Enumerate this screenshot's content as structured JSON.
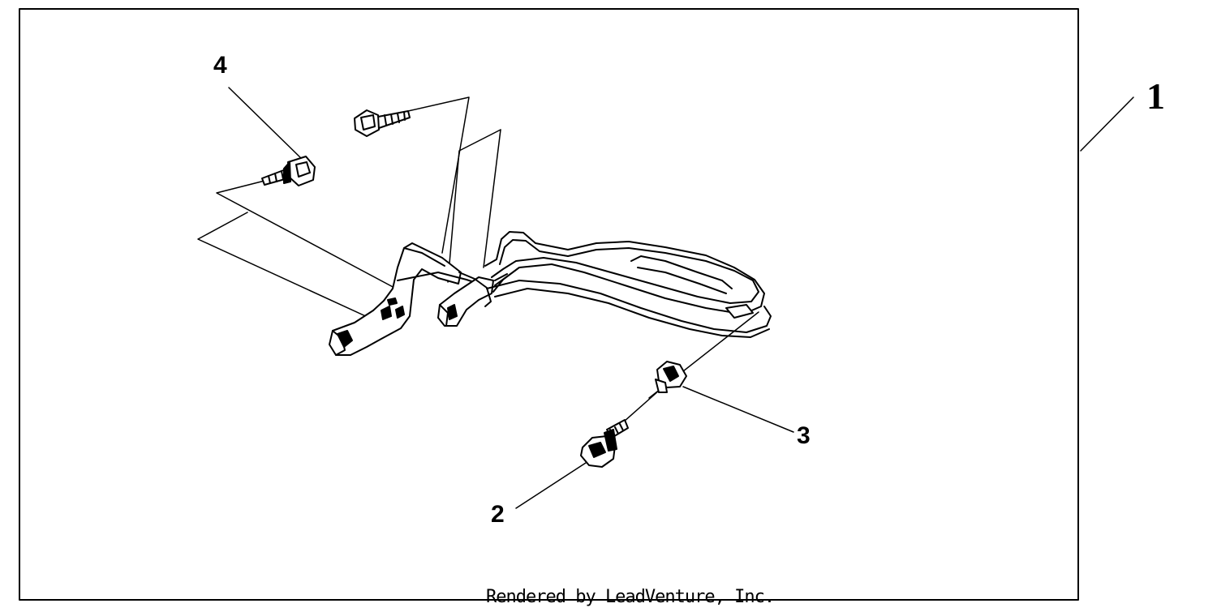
{
  "callouts": {
    "c1": "1",
    "c2": "2",
    "c3": "3",
    "c4": "4"
  },
  "footer": "Rendered by LeadVenture, Inc.",
  "colors": {
    "line": "#000000",
    "background": "#ffffff"
  }
}
